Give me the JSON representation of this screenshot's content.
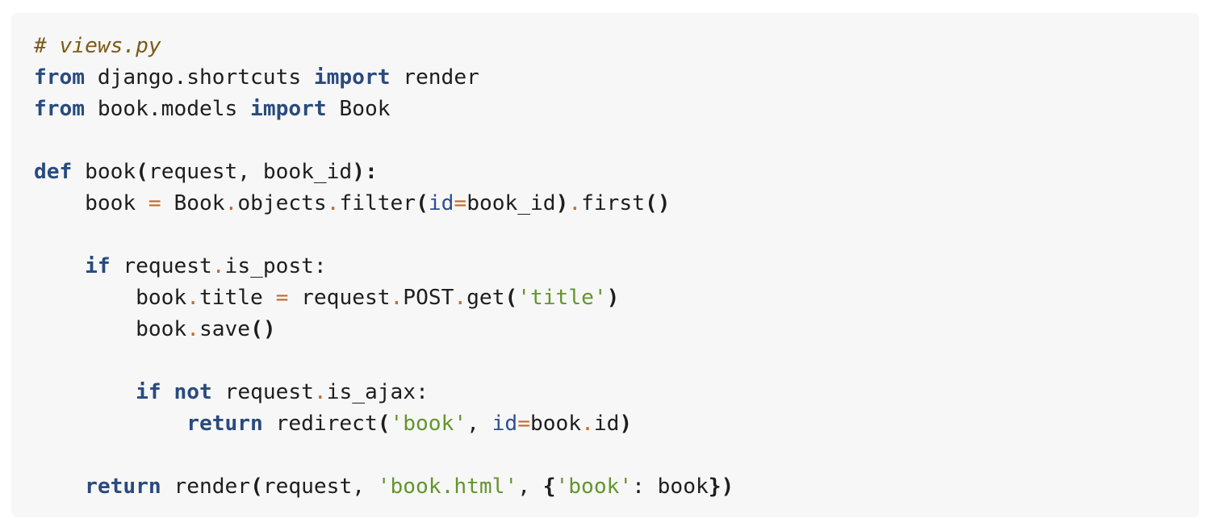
{
  "code": {
    "language": "python",
    "lines": [
      [
        {
          "t": "# views.py",
          "c": "cm"
        }
      ],
      [
        {
          "t": "from",
          "c": "kw"
        },
        {
          "t": " django.shortcuts ",
          "c": ""
        },
        {
          "t": "import",
          "c": "kw"
        },
        {
          "t": " render",
          "c": ""
        }
      ],
      [
        {
          "t": "from",
          "c": "kw"
        },
        {
          "t": " book.models ",
          "c": ""
        },
        {
          "t": "import",
          "c": "kw"
        },
        {
          "t": " Book",
          "c": ""
        }
      ],
      [],
      [
        {
          "t": "def",
          "c": "kw"
        },
        {
          "t": " book",
          "c": ""
        },
        {
          "t": "(",
          "c": "pn"
        },
        {
          "t": "request, book_id",
          "c": ""
        },
        {
          "t": "):",
          "c": "pn"
        }
      ],
      [
        {
          "t": "    book ",
          "c": ""
        },
        {
          "t": "=",
          "c": "op"
        },
        {
          "t": " Book",
          "c": ""
        },
        {
          "t": ".",
          "c": "op"
        },
        {
          "t": "objects",
          "c": ""
        },
        {
          "t": ".",
          "c": "op"
        },
        {
          "t": "filter",
          "c": ""
        },
        {
          "t": "(",
          "c": "pn"
        },
        {
          "t": "id",
          "c": "kwarg"
        },
        {
          "t": "=",
          "c": "op"
        },
        {
          "t": "book_id",
          "c": ""
        },
        {
          "t": ")",
          "c": "pn"
        },
        {
          "t": ".",
          "c": "op"
        },
        {
          "t": "first",
          "c": ""
        },
        {
          "t": "()",
          "c": "pn"
        }
      ],
      [],
      [
        {
          "t": "    ",
          "c": ""
        },
        {
          "t": "if",
          "c": "kw"
        },
        {
          "t": " request",
          "c": ""
        },
        {
          "t": ".",
          "c": "op"
        },
        {
          "t": "is_post:",
          "c": ""
        }
      ],
      [
        {
          "t": "        book",
          "c": ""
        },
        {
          "t": ".",
          "c": "op"
        },
        {
          "t": "title ",
          "c": ""
        },
        {
          "t": "=",
          "c": "op"
        },
        {
          "t": " request",
          "c": ""
        },
        {
          "t": ".",
          "c": "op"
        },
        {
          "t": "POST",
          "c": ""
        },
        {
          "t": ".",
          "c": "op"
        },
        {
          "t": "get",
          "c": ""
        },
        {
          "t": "(",
          "c": "pn"
        },
        {
          "t": "'title'",
          "c": "str"
        },
        {
          "t": ")",
          "c": "pn"
        }
      ],
      [
        {
          "t": "        book",
          "c": ""
        },
        {
          "t": ".",
          "c": "op"
        },
        {
          "t": "save",
          "c": ""
        },
        {
          "t": "()",
          "c": "pn"
        }
      ],
      [],
      [
        {
          "t": "        ",
          "c": ""
        },
        {
          "t": "if",
          "c": "kw"
        },
        {
          "t": " ",
          "c": ""
        },
        {
          "t": "not",
          "c": "kw"
        },
        {
          "t": " request",
          "c": ""
        },
        {
          "t": ".",
          "c": "op"
        },
        {
          "t": "is_ajax:",
          "c": ""
        }
      ],
      [
        {
          "t": "            ",
          "c": ""
        },
        {
          "t": "return",
          "c": "kw"
        },
        {
          "t": " redirect",
          "c": ""
        },
        {
          "t": "(",
          "c": "pn"
        },
        {
          "t": "'book'",
          "c": "str"
        },
        {
          "t": ", ",
          "c": ""
        },
        {
          "t": "id",
          "c": "kwarg"
        },
        {
          "t": "=",
          "c": "op"
        },
        {
          "t": "book",
          "c": ""
        },
        {
          "t": ".",
          "c": "op"
        },
        {
          "t": "id",
          "c": ""
        },
        {
          "t": ")",
          "c": "pn"
        }
      ],
      [],
      [
        {
          "t": "    ",
          "c": ""
        },
        {
          "t": "return",
          "c": "kw"
        },
        {
          "t": " render",
          "c": ""
        },
        {
          "t": "(",
          "c": "pn"
        },
        {
          "t": "request, ",
          "c": ""
        },
        {
          "t": "'book.html'",
          "c": "str"
        },
        {
          "t": ", ",
          "c": ""
        },
        {
          "t": "{",
          "c": "pn"
        },
        {
          "t": "'book'",
          "c": "str"
        },
        {
          "t": ": book",
          "c": ""
        },
        {
          "t": "})",
          "c": "pn"
        }
      ]
    ]
  },
  "colors": {
    "background": "#f7f7f7",
    "keyword": "#294b7e",
    "comment": "#7c5b16",
    "string": "#62962c",
    "operator": "#c26a2a",
    "kwarg": "#2e4f93",
    "text": "#1e1e1e"
  }
}
